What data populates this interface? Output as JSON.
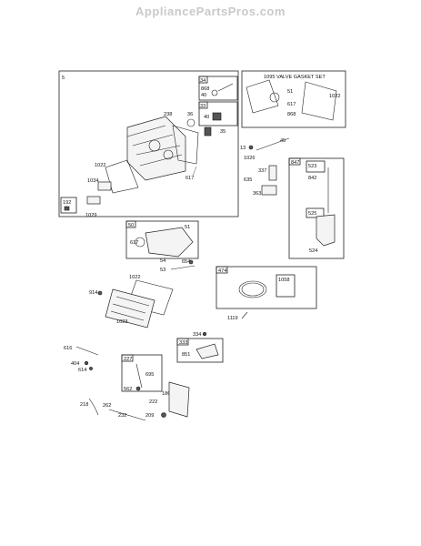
{
  "watermark": "AppliancePartsPros.com",
  "labels": {
    "l_5": "5",
    "l_34": "34",
    "l_868": "868",
    "l_40a": "40",
    "l_33": "33",
    "l_40b": "40",
    "l_238": "238",
    "l_36": "36",
    "l_35": "35",
    "l_617a": "617",
    "l_1022a": "1022",
    "l_1034": "1034",
    "l_1029": "1029",
    "l_192": "192",
    "l_gasket_title": "1095 VALVE GASKET SET",
    "l_51a": "51",
    "l_617b": "617",
    "l_1022b": "1022",
    "l_868b": "868",
    "l_13": "13",
    "l_45": "45",
    "l_1026": "1026",
    "l_337": "337",
    "l_635": "635",
    "l_363": "363",
    "l_847": "847",
    "l_523": "523",
    "l_842": "842",
    "l_525": "525",
    "l_524": "524",
    "l_50": "50",
    "l_51b": "51",
    "l_617c": "617",
    "l_54": "54",
    "l_654": "654",
    "l_53": "53",
    "l_1022c": "1022",
    "l_914": "914",
    "l_1023": "1023",
    "l_474": "474",
    "l_1058": "1058",
    "l_1119": "1119",
    "l_334": "334",
    "l_333": "333",
    "l_851": "851",
    "l_616": "616",
    "l_404": "404",
    "l_614": "614",
    "l_227": "227",
    "l_695": "695",
    "l_562": "562",
    "l_186": "186",
    "l_218": "218",
    "l_262": "262",
    "l_222": "222",
    "l_232": "232",
    "l_209": "209"
  }
}
